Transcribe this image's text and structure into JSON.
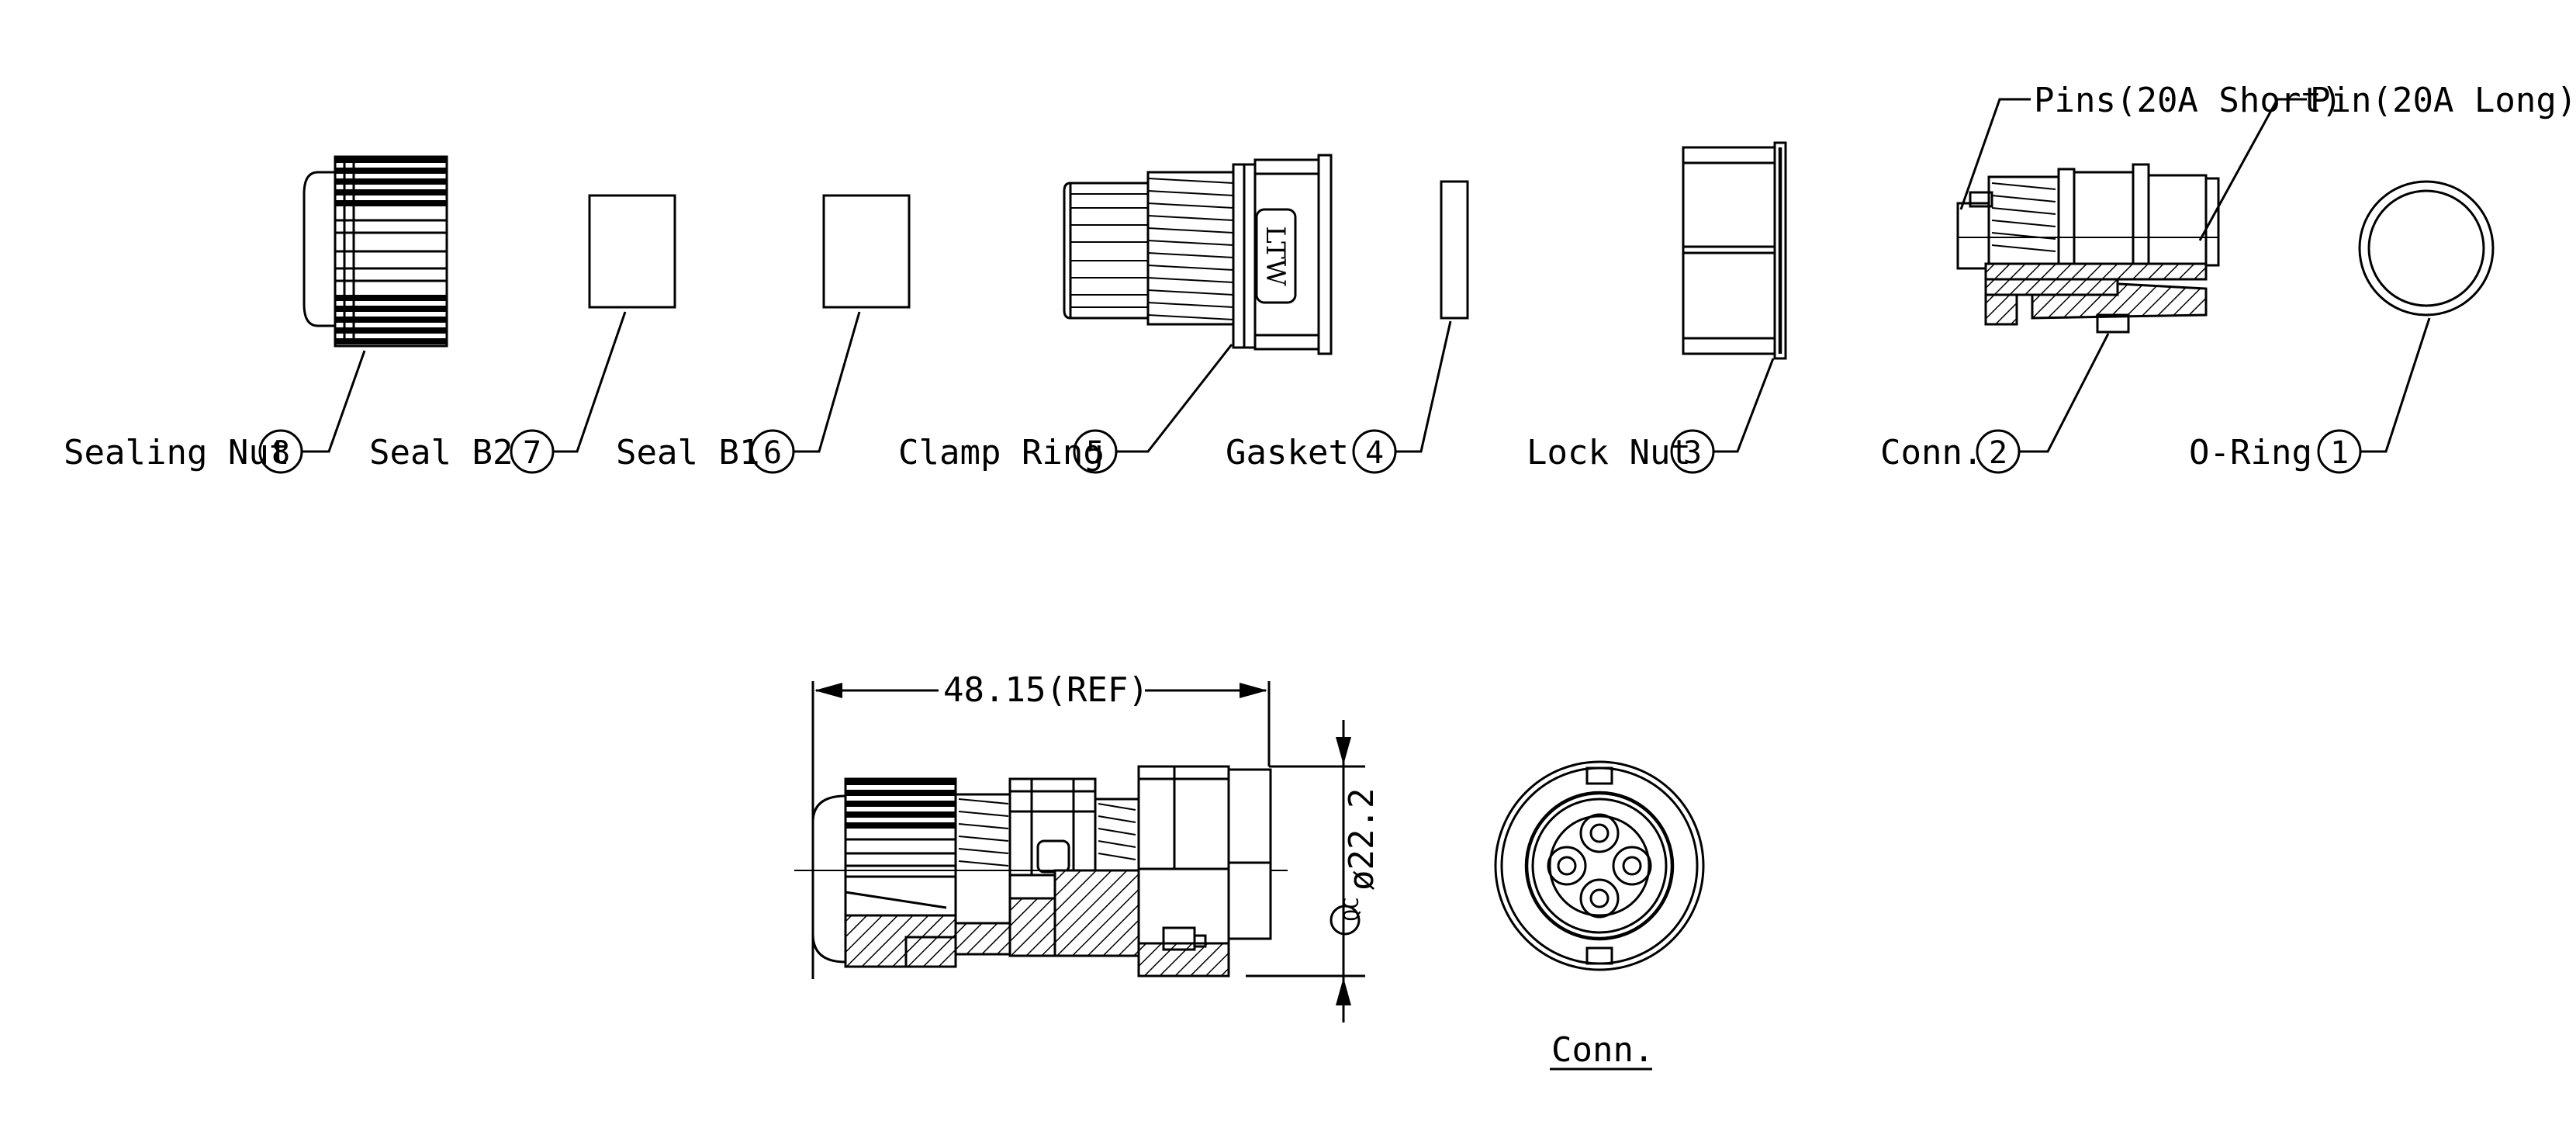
{
  "parts": [
    {
      "label": "Sealing Nut",
      "number": "8"
    },
    {
      "label": "Seal B2",
      "number": "7"
    },
    {
      "label": "Seal B1",
      "number": "6"
    },
    {
      "label": "Clamp Ring",
      "number": "5"
    },
    {
      "label": "Gasket",
      "number": "4"
    },
    {
      "label": "Lock Nut",
      "number": "3"
    },
    {
      "label": "Conn.",
      "number": "2"
    },
    {
      "label": "O-Ring",
      "number": "1"
    }
  ],
  "pin_labels": {
    "short": "Pins(20A Short)",
    "long": "Pin(20A Long)"
  },
  "clamp_ring_marking": "LTW",
  "dimensions": {
    "length": "48.15(REF)",
    "diameter": "ø22.2",
    "across_flats_symbol": "QC"
  },
  "conn_view_caption": "Conn."
}
